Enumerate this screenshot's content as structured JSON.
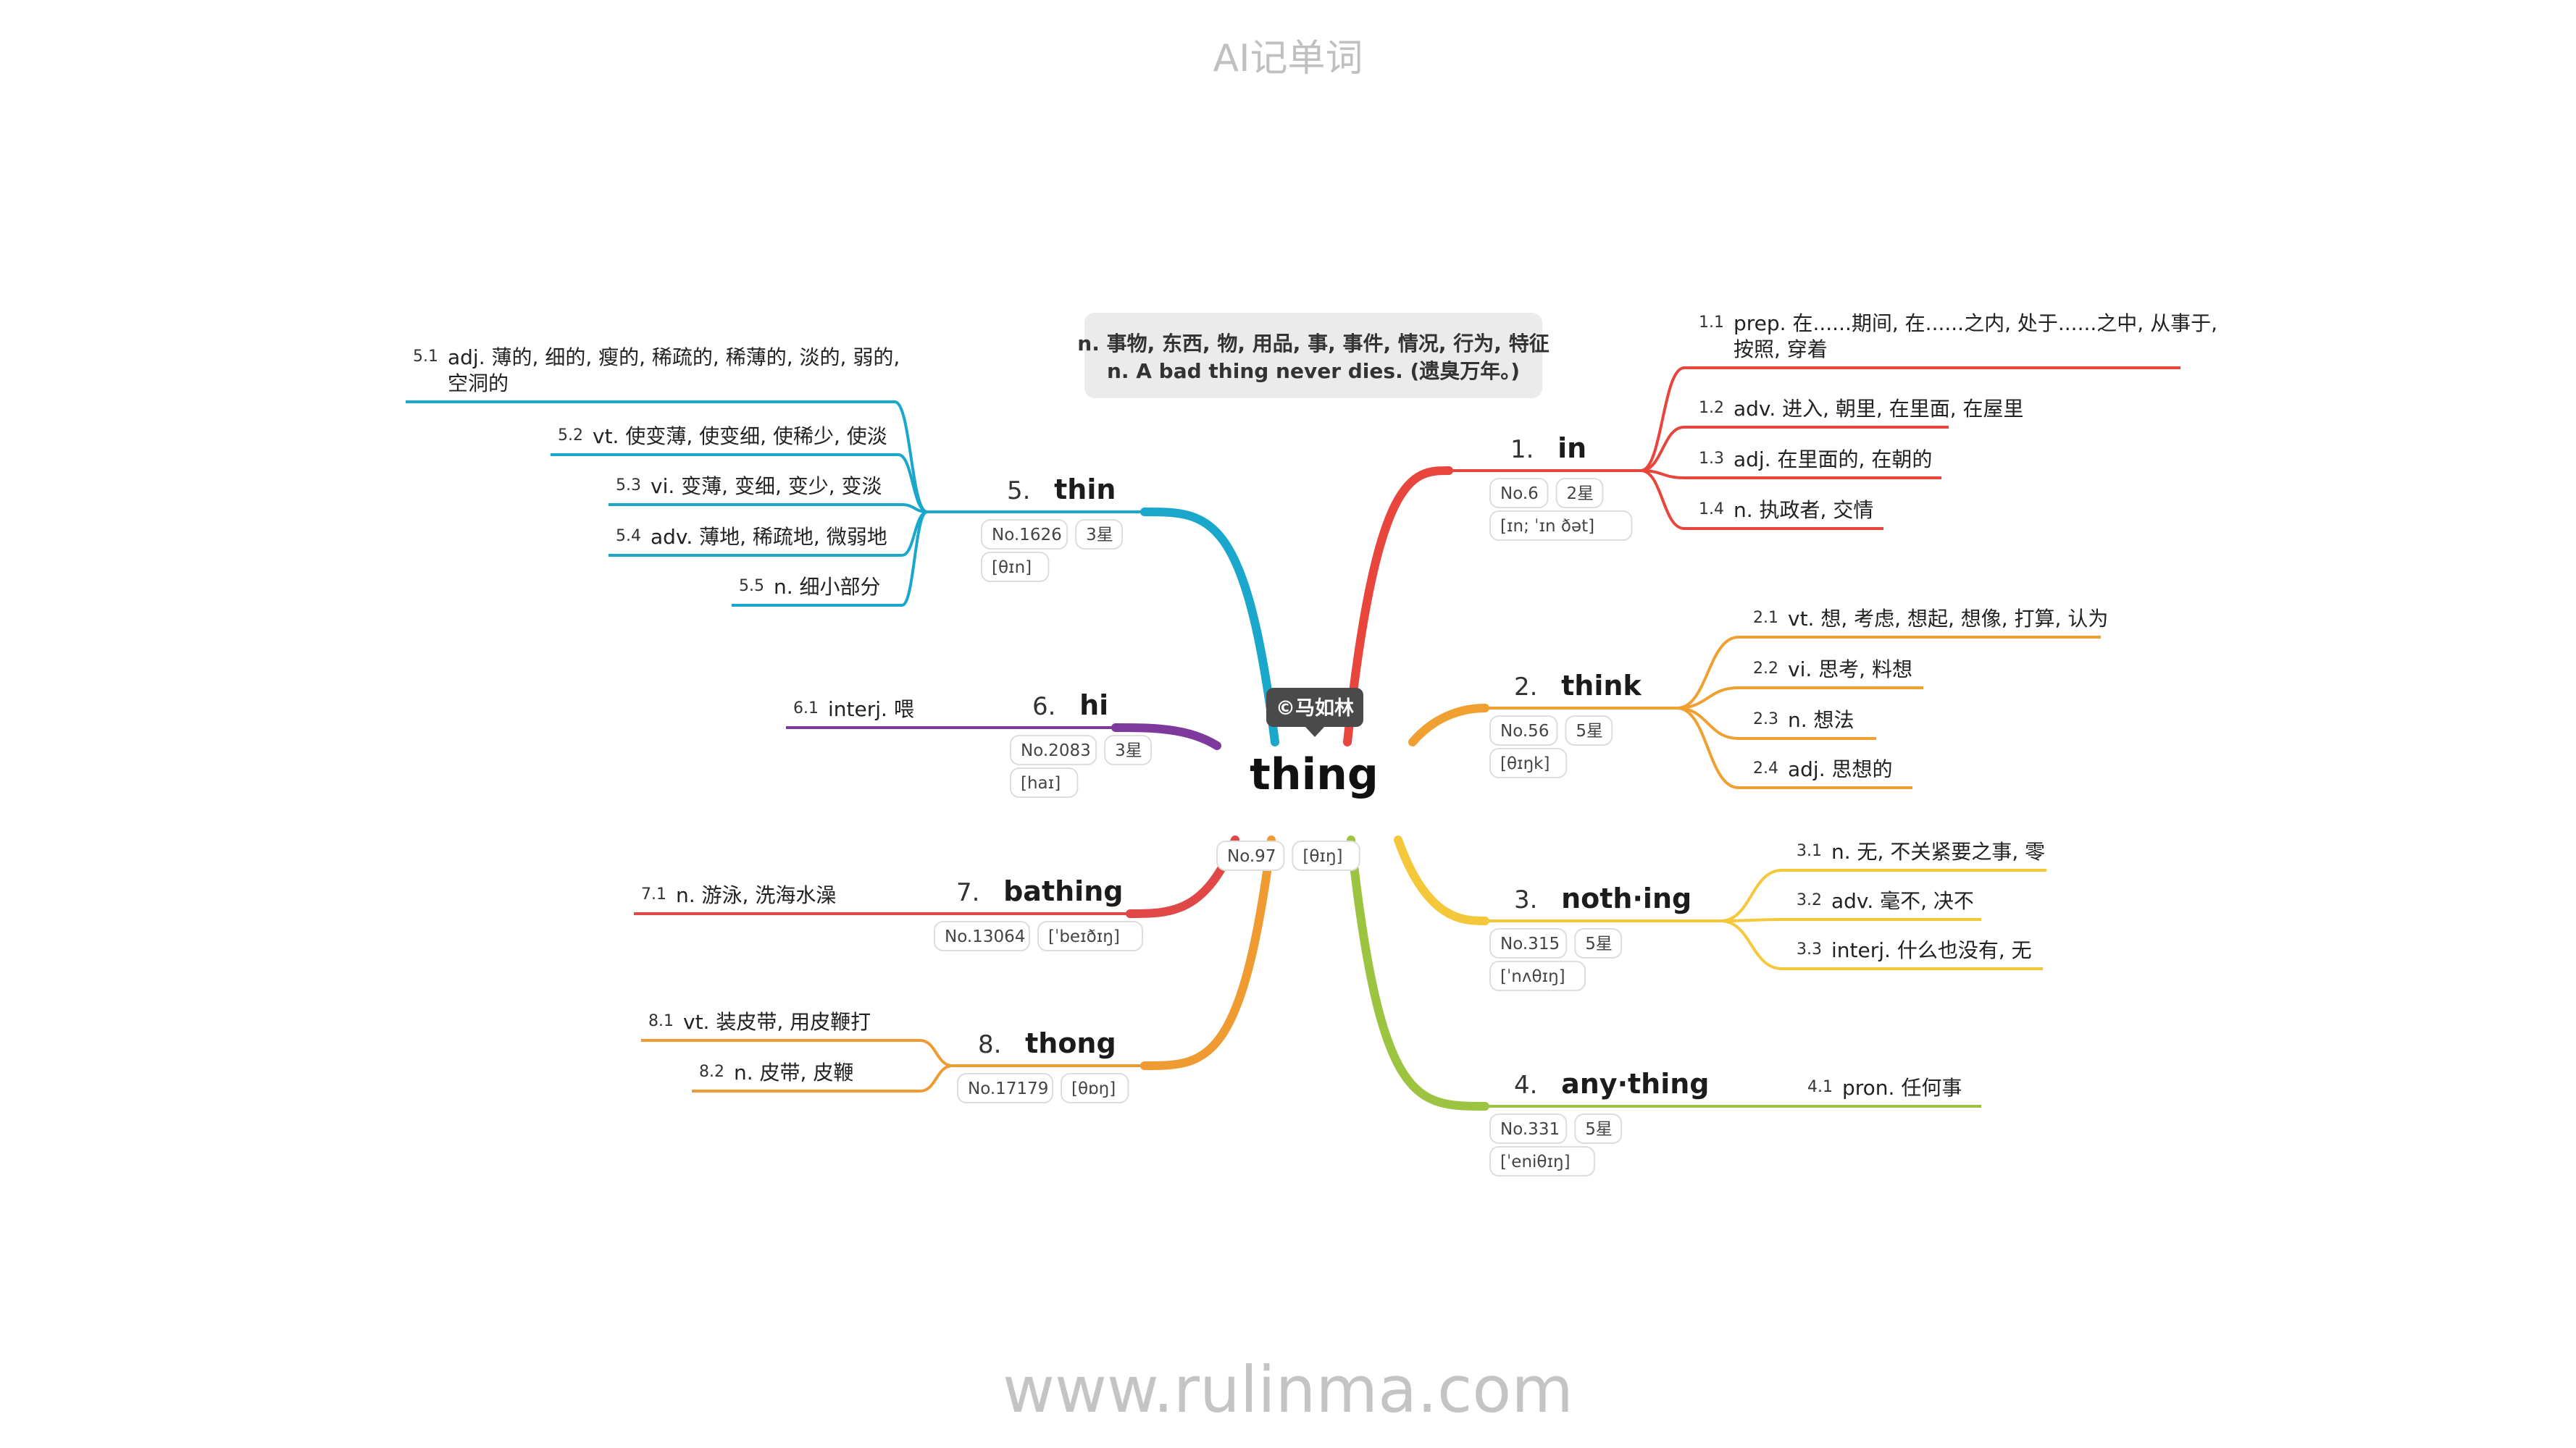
{
  "header": {
    "title": "AI记单词"
  },
  "footer": {
    "site": "www.rulinma.com"
  },
  "center": {
    "word": "thing",
    "author_badge": "©马如林",
    "meta": [
      "No.97",
      "[θɪŋ]"
    ],
    "definition": [
      "n. 事物, 东西, 物, 用品, 事, 事件, 情况, 行为, 特征",
      "n. A bad thing never dies. (遗臭万年。)"
    ]
  },
  "colors": {
    "in": "#e8453c",
    "think": "#f0a030",
    "nothing": "#f5c73a",
    "anything": "#9cc441",
    "thin": "#19a8cc",
    "hi": "#7d3a9c",
    "bathing": "#e04848",
    "thong": "#f09a32",
    "center_badge": "#4a4a4a",
    "definition_bg": "#ebebeb"
  },
  "branches": [
    {
      "num": "1",
      "word": "in",
      "meta": [
        "No.6",
        "2星",
        "[ɪn; ˈɪn ðət]"
      ],
      "senses": [
        {
          "num": "1.1",
          "lines": [
            "prep. 在......期间, 在......之内, 处于......之中, 从事于,",
            "按照, 穿着"
          ]
        },
        {
          "num": "1.2",
          "lines": [
            "adv. 进入, 朝里, 在里面, 在屋里"
          ]
        },
        {
          "num": "1.3",
          "lines": [
            "adj. 在里面的, 在朝的"
          ]
        },
        {
          "num": "1.4",
          "lines": [
            "n. 执政者, 交情"
          ]
        }
      ]
    },
    {
      "num": "2",
      "word": "think",
      "meta": [
        "No.56",
        "5星",
        "[θɪŋk]"
      ],
      "senses": [
        {
          "num": "2.1",
          "lines": [
            "vt. 想, 考虑, 想起, 想像, 打算, 认为"
          ]
        },
        {
          "num": "2.2",
          "lines": [
            "vi. 思考, 料想"
          ]
        },
        {
          "num": "2.3",
          "lines": [
            "n. 想法"
          ]
        },
        {
          "num": "2.4",
          "lines": [
            "adj. 思想的"
          ]
        }
      ]
    },
    {
      "num": "3",
      "word": "noth·ing",
      "meta": [
        "No.315",
        "5星",
        "[ˈnʌθɪŋ]"
      ],
      "senses": [
        {
          "num": "3.1",
          "lines": [
            "n. 无, 不关紧要之事, 零"
          ]
        },
        {
          "num": "3.2",
          "lines": [
            "adv. 毫不, 决不"
          ]
        },
        {
          "num": "3.3",
          "lines": [
            "interj. 什么也没有, 无"
          ]
        }
      ]
    },
    {
      "num": "4",
      "word": "any·thing",
      "meta": [
        "No.331",
        "5星",
        "[ˈeniθɪŋ]"
      ],
      "senses": [
        {
          "num": "4.1",
          "lines": [
            "pron. 任何事"
          ]
        }
      ]
    },
    {
      "num": "5",
      "word": "thin",
      "meta": [
        "No.1626",
        "3星",
        "[θɪn]"
      ],
      "senses": [
        {
          "num": "5.1",
          "lines": [
            "adj. 薄的, 细的, 瘦的, 稀疏的, 稀薄的, 淡的, 弱的,",
            "空洞的"
          ]
        },
        {
          "num": "5.2",
          "lines": [
            "vt. 使变薄, 使变细, 使稀少, 使淡"
          ]
        },
        {
          "num": "5.3",
          "lines": [
            "vi. 变薄, 变细, 变少, 变淡"
          ]
        },
        {
          "num": "5.4",
          "lines": [
            "adv. 薄地, 稀疏地, 微弱地"
          ]
        },
        {
          "num": "5.5",
          "lines": [
            "n. 细小部分"
          ]
        }
      ]
    },
    {
      "num": "6",
      "word": "hi",
      "meta": [
        "No.2083",
        "3星",
        "[haɪ]"
      ],
      "senses": [
        {
          "num": "6.1",
          "lines": [
            "interj. 喂"
          ]
        }
      ]
    },
    {
      "num": "7",
      "word": "bathing",
      "meta": [
        "No.13064",
        "[ˈbeɪðɪŋ]"
      ],
      "senses": [
        {
          "num": "7.1",
          "lines": [
            "n. 游泳, 洗海水澡"
          ]
        }
      ]
    },
    {
      "num": "8",
      "word": "thong",
      "meta": [
        "No.17179",
        "[θɒŋ]"
      ],
      "senses": [
        {
          "num": "8.1",
          "lines": [
            "vt. 装皮带, 用皮鞭打"
          ]
        },
        {
          "num": "8.2",
          "lines": [
            "n. 皮带, 皮鞭"
          ]
        }
      ]
    }
  ]
}
